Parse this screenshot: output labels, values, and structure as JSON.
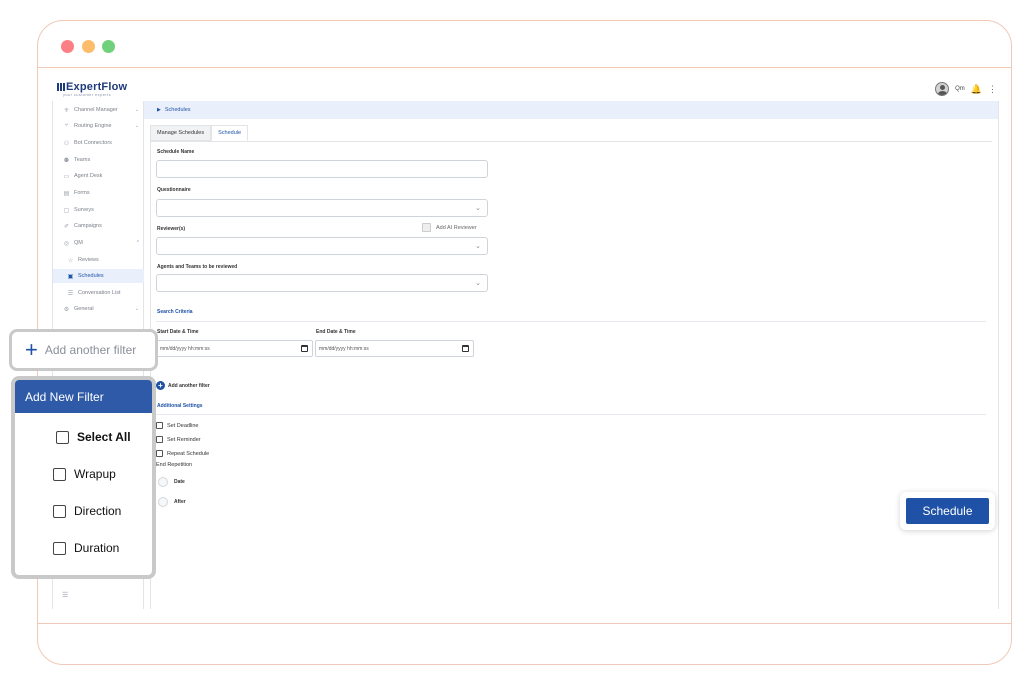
{
  "app": {
    "logo_text": "ExpertFlow",
    "logo_tagline": "your customer experts",
    "user_initials": "Qm"
  },
  "sidebar": {
    "items": [
      {
        "label": "Channel Manager",
        "icon": "channel-icon",
        "chevron": "⌄"
      },
      {
        "label": "Routing Engine",
        "icon": "routing-icon",
        "chevron": "⌄"
      },
      {
        "label": "Bot Connectors",
        "icon": "bot-icon"
      },
      {
        "label": "Teams",
        "icon": "teams-icon"
      },
      {
        "label": "Agent Desk",
        "icon": "agent-desk-icon"
      },
      {
        "label": "Forms",
        "icon": "forms-icon"
      },
      {
        "label": "Surveys",
        "icon": "surveys-icon"
      },
      {
        "label": "Campaigns",
        "icon": "campaigns-icon"
      },
      {
        "label": "QM",
        "icon": "qm-icon",
        "chevron": "^"
      },
      {
        "label": "Reviews",
        "icon": "reviews-icon"
      },
      {
        "label": "Schedules",
        "icon": "schedules-icon"
      },
      {
        "label": "Conversation List",
        "icon": "list-icon"
      },
      {
        "label": "General",
        "icon": "gear-icon",
        "chevron": "⌄"
      }
    ]
  },
  "breadcrumb": {
    "label": "Schedules"
  },
  "tabs": [
    {
      "label": "Manage Schedules"
    },
    {
      "label": "Schedule"
    }
  ],
  "form": {
    "schedule_name_label": "Schedule Name",
    "questionnaire_label": "Questionnaire",
    "reviewers_label": "Reviewer(s)",
    "add_ai_reviewer_label": "Add AI Reviewer",
    "agents_teams_label": "Agents and Teams to be reviewed",
    "search_criteria_label": "Search Criteria",
    "start_label": "Start Date & Time",
    "end_label": "End Date & Time",
    "start_placeholder": "mm/dd/yyyy hh:mm:ss",
    "end_placeholder": "mm/dd/yyyy hh:mm:ss",
    "add_filter_label": "Add another filter",
    "additional_settings_label": "Additional Settings",
    "set_deadline": "Set Deadline",
    "set_reminder": "Set Reminder",
    "repeat_schedule": "Repeat Schedule",
    "end_repetition_label": "End Repetition",
    "radio_date": "Date",
    "radio_after": "After",
    "schedule_button": "Schedule"
  },
  "callout_add_filter": {
    "plus": "+",
    "label": "Add another filter"
  },
  "filter_panel": {
    "title": "Add New Filter",
    "options": [
      "Select All",
      "Wrapup",
      "Direction",
      "Duration"
    ]
  },
  "colors": {
    "accent": "#1f52a6",
    "header_blue": "#2f5aa8",
    "window_border": "#f0c9b8"
  }
}
